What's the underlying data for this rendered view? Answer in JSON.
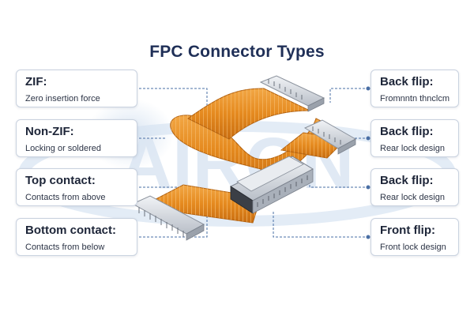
{
  "title": "FPC Connector Types",
  "watermark": {
    "text": "AIRON",
    "color": "#dbe6f3"
  },
  "colors": {
    "flex_cable": "#e8952b",
    "flex_cable_dark": "#c46f14",
    "connector_body": "#dcdfe4",
    "leader_line": "#4a6fa5",
    "title": "#1f2f57"
  },
  "left_cards": [
    {
      "heading": "ZIF:",
      "sub": "Zero insertion force"
    },
    {
      "heading": "Non-ZIF:",
      "sub": "Locking or soldered"
    },
    {
      "heading": "Top contact:",
      "sub": "Contacts from above"
    },
    {
      "heading": "Bottom contact:",
      "sub": "Contacts from below"
    }
  ],
  "right_cards": [
    {
      "heading": "Back flip:",
      "sub": "Fromnntn thnclcm"
    },
    {
      "heading": "Back flip:",
      "sub": "Rear lock design"
    },
    {
      "heading": "Back flip:",
      "sub": "Rear lock design"
    },
    {
      "heading": "Front flip:",
      "sub": "Front lock design"
    }
  ]
}
